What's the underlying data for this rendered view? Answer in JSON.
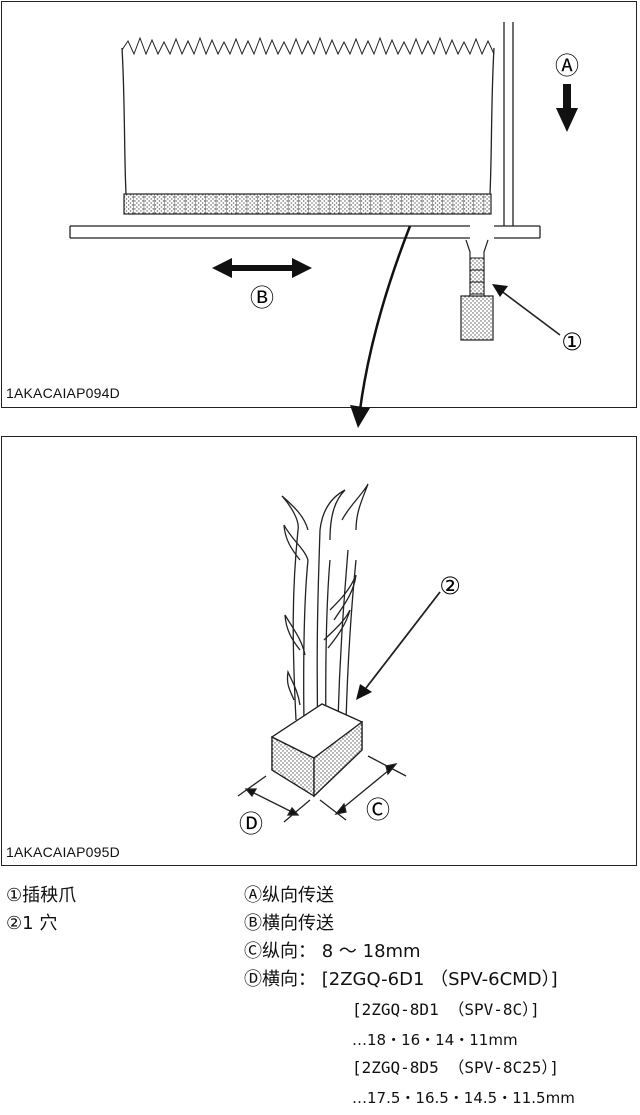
{
  "figures": {
    "top": {
      "code": "1AKACAIAP094D"
    },
    "bottom": {
      "code": "1AKACAIAP095D"
    }
  },
  "callouts": {
    "claw": "①",
    "hole": "②",
    "longitudinal": "Ⓐ",
    "lateral": "Ⓑ",
    "dim_c": "Ⓒ",
    "dim_d": "Ⓓ"
  },
  "legend": {
    "left": [
      {
        "mark": "①",
        "text": "插秧爪"
      },
      {
        "mark": "②",
        "text": "1 穴"
      }
    ],
    "right": [
      {
        "mark": "Ⓐ",
        "text": "纵向传送"
      },
      {
        "mark": "Ⓑ",
        "text": "横向传送"
      },
      {
        "mark": "Ⓒ",
        "text": "纵向： 8 ～ 18mm"
      },
      {
        "mark": "Ⓓ",
        "text": "横向： [2ZGQ-6D1 （SPV-6CMD）]"
      }
    ],
    "continuation": [
      "[2ZGQ-8D1 （SPV-8C）]",
      "…18・16・14・11mm",
      "[2ZGQ-8D5 （SPV-8C25）]",
      "…17.5・16.5・14.5・11.5mm"
    ]
  }
}
